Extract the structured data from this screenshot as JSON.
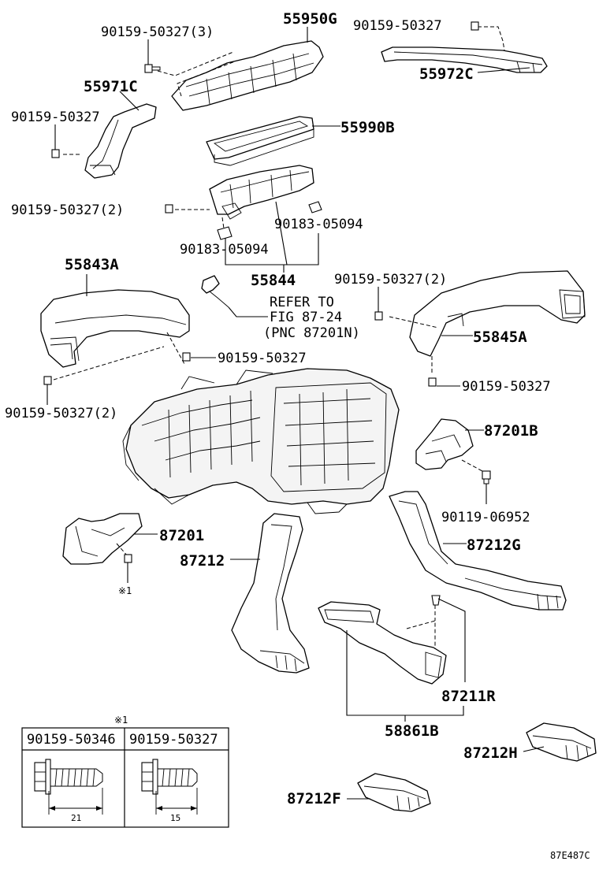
{
  "labels": {
    "p55950G": "55950G",
    "p90159_50327_3": "90159-50327(3)",
    "p90159_50327_tr": "90159-50327",
    "p55972C": "55972C",
    "p55971C": "55971C",
    "p90159_50327_l": "90159-50327",
    "p55990B": "55990B",
    "p90159_50327_2a": "90159-50327(2)",
    "p90183_05094_r": "90183-05094",
    "p90183_05094_l": "90183-05094",
    "p55844": "55844",
    "p55843A": "55843A",
    "refer1": "REFER TO",
    "refer2": "FIG 87-24",
    "refer3": "(PNC 87201N)",
    "p90159_50327_2b": "90159-50327(2)",
    "p55845A": "55845A",
    "p90159_50327_m": "90159-50327",
    "p90159_50327_2c": "90159-50327(2)",
    "p90159_50327_r": "90159-50327",
    "p87201B": "87201B",
    "p90119_06952": "90119-06952",
    "p87201": "87201",
    "star1_mark": "※1",
    "p87212": "87212",
    "p87212G": "87212G",
    "p87211R": "87211R",
    "p58861B": "58861B",
    "p87212H": "87212H",
    "p87212F": "87212F",
    "diagram_id": "87E487C"
  },
  "legend": {
    "title": "※1",
    "col1_part": "90159-50346",
    "col2_part": "90159-50327",
    "col1_length": "21",
    "col2_length": "15"
  },
  "colors": {
    "line": "#000000",
    "background": "#ffffff"
  }
}
